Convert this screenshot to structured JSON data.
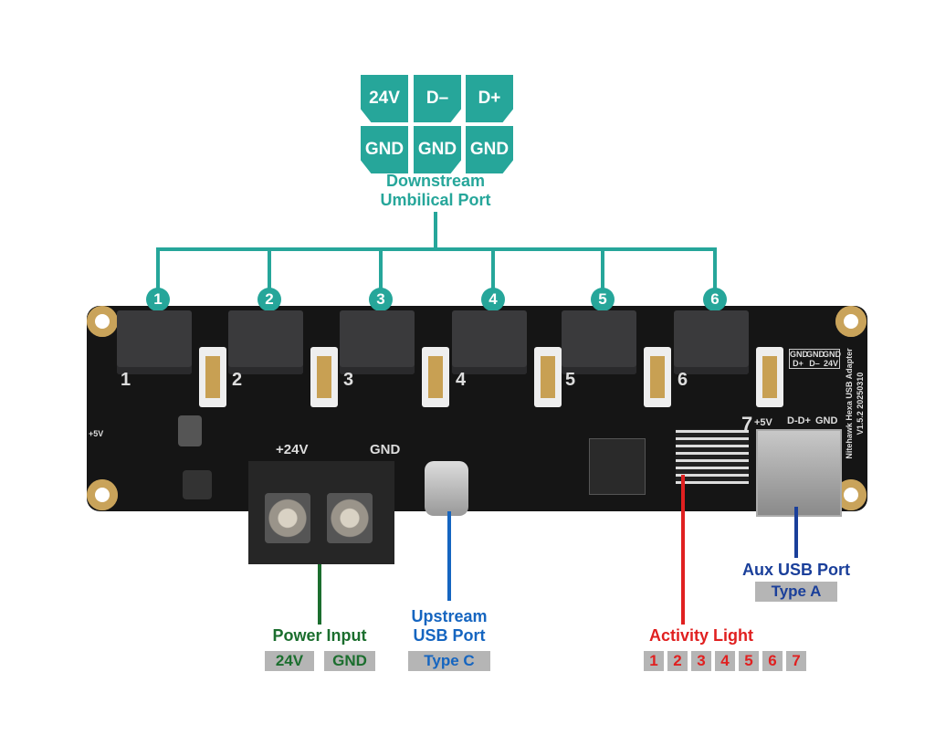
{
  "umbilical": {
    "pins": [
      "24V",
      "D–",
      "D+",
      "GND",
      "GND",
      "GND"
    ],
    "label_line1": "Downstream",
    "label_line2": "Umbilical Port",
    "color": "#26a69a"
  },
  "ports": [
    "1",
    "2",
    "3",
    "4",
    "5",
    "6"
  ],
  "board": {
    "title": "Nitehawk Hexa USB Adapter",
    "version": "V1.5.2 20250310",
    "plus24": "+24V",
    "gnd": "GND",
    "plus5": "+5V",
    "dd": "D-D+",
    "gnd2": "GND",
    "seven": "7",
    "aux_pins": [
      "GND",
      "GND",
      "GND",
      "D+",
      "D–",
      "24V"
    ]
  },
  "power": {
    "label": "Power Input",
    "pins": [
      "24V",
      "GND"
    ],
    "color": "#1b6e2e"
  },
  "upstream": {
    "label_line1": "Upstream",
    "label_line2": "USB Port",
    "type": "Type C",
    "color": "#1565c0"
  },
  "aux": {
    "label": "Aux USB Port",
    "type": "Type A",
    "color": "#1a3f9a"
  },
  "activity": {
    "label": "Activity Light",
    "leds": [
      "1",
      "2",
      "3",
      "4",
      "5",
      "6",
      "7"
    ],
    "color": "#e02020"
  }
}
